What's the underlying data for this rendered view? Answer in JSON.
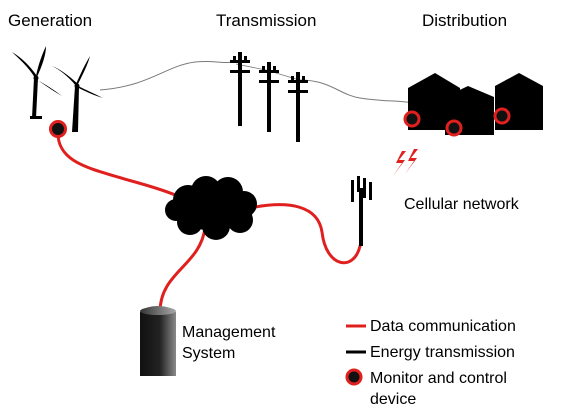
{
  "stages": {
    "generation": "Generation",
    "transmission": "Transmission",
    "distribution": "Distribution"
  },
  "nodes": {
    "cellular_network": "Cellular network",
    "management_line1": "Management",
    "management_line2": "System"
  },
  "legend": {
    "data_communication": "Data communication",
    "energy_transmission": "Energy transmission",
    "device_line1": "Monitor and control",
    "device_line2": "device"
  },
  "colors": {
    "data": "#e0201e",
    "energy": "#000000",
    "device_ring": "#e0201e",
    "device_core": "#111111",
    "lightning": "#e0201e",
    "grid_line": "#7a7a7a"
  },
  "icons": {
    "wind_turbine": "wind-turbine-icon",
    "power_pole": "power-pole-icon",
    "house": "house-icon",
    "cloud": "cloud-icon",
    "cell_tower": "cell-tower-icon",
    "server": "server-icon",
    "lightning": "lightning-icon"
  }
}
